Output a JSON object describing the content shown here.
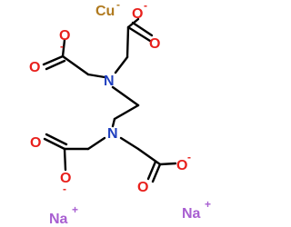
{
  "molecule": {
    "atoms": [
      {
        "id": "cu",
        "label": "Cu",
        "charge": "-",
        "color": "#b07a1f"
      },
      {
        "id": "o1",
        "label": "O",
        "charge": "-",
        "color": "#e8201c"
      },
      {
        "id": "o2",
        "label": "O",
        "charge": "",
        "color": "#e8201c"
      },
      {
        "id": "o3",
        "label": "O",
        "charge": "-",
        "color": "#e8201c"
      },
      {
        "id": "o4",
        "label": "O",
        "charge": "",
        "color": "#e8201c"
      },
      {
        "id": "n1",
        "label": "N",
        "charge": "",
        "color": "#1f3fbf"
      },
      {
        "id": "n2",
        "label": "N",
        "charge": "",
        "color": "#1f3fbf"
      },
      {
        "id": "o5",
        "label": "O",
        "charge": "",
        "color": "#e8201c"
      },
      {
        "id": "o6",
        "label": "O",
        "charge": "-",
        "color": "#e8201c"
      },
      {
        "id": "o7",
        "label": "O",
        "charge": "",
        "color": "#e8201c"
      },
      {
        "id": "o8",
        "label": "O",
        "charge": "-",
        "color": "#e8201c"
      },
      {
        "id": "na1",
        "label": "Na",
        "charge": "+",
        "color": "#a85fd1"
      },
      {
        "id": "na2",
        "label": "Na",
        "charge": "+",
        "color": "#a85fd1"
      }
    ]
  }
}
